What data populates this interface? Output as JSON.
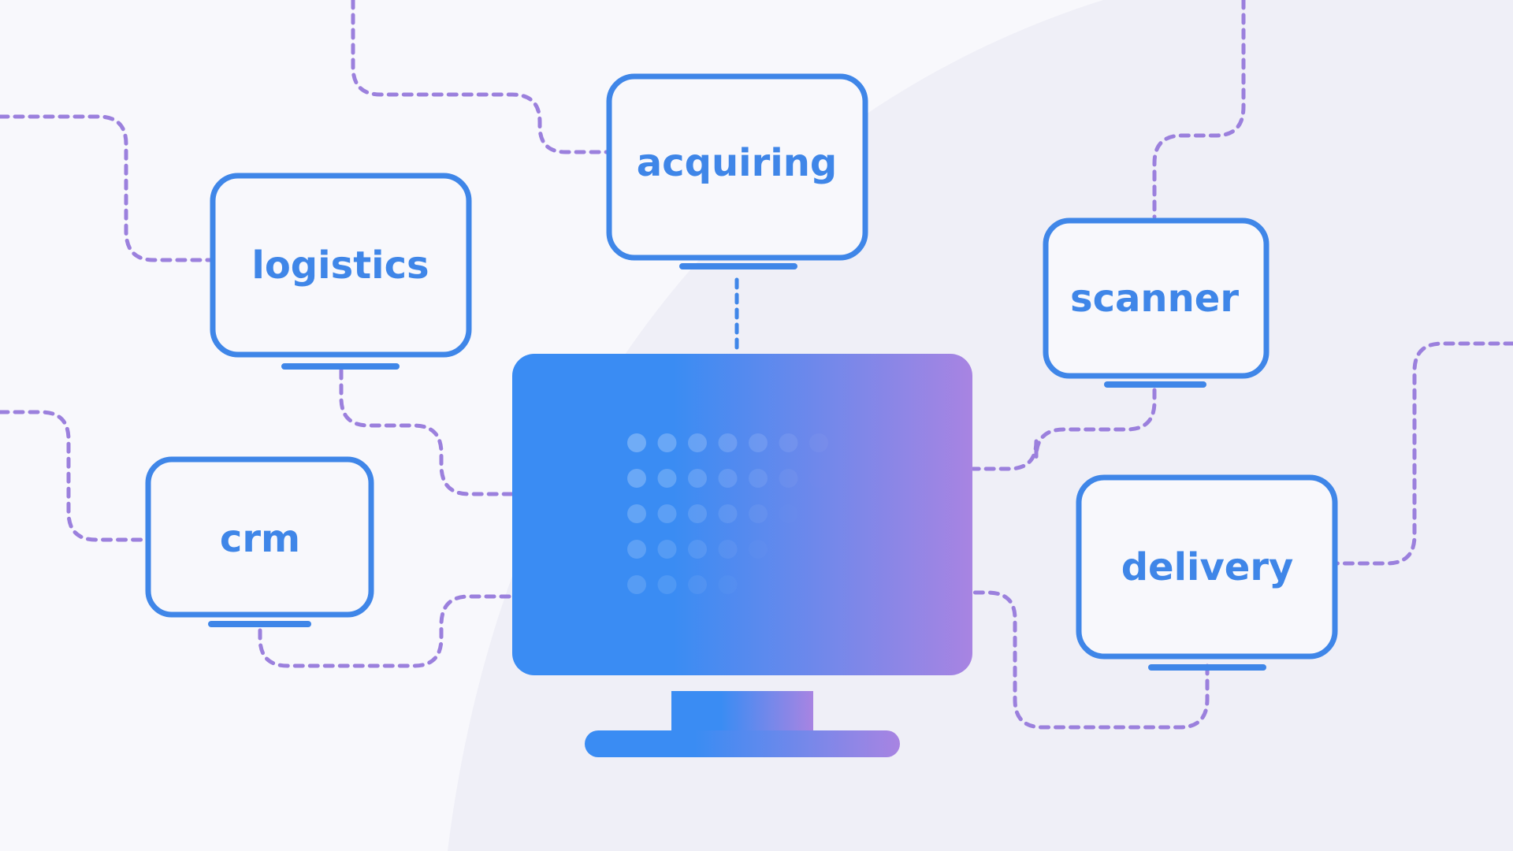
{
  "diagram": {
    "monitors": [
      {
        "id": "acquiring",
        "label": "acquiring"
      },
      {
        "id": "logistics",
        "label": "logistics"
      },
      {
        "id": "scanner",
        "label": "scanner"
      },
      {
        "id": "crm",
        "label": "crm"
      },
      {
        "id": "delivery",
        "label": "delivery"
      }
    ],
    "central_monitor": {
      "label": ""
    }
  },
  "colors": {
    "background": "#f8f8fc",
    "background_shape": "#efeff7",
    "monitor_stroke": "#3f86e8",
    "monitor_fill": "#f8f8fc",
    "label": "#3f86e8",
    "gradient_start": "#3a8cf3",
    "gradient_end": "#a884e2",
    "connector_blue": "#3f86e8",
    "connector_purple": "#9b80dd"
  }
}
